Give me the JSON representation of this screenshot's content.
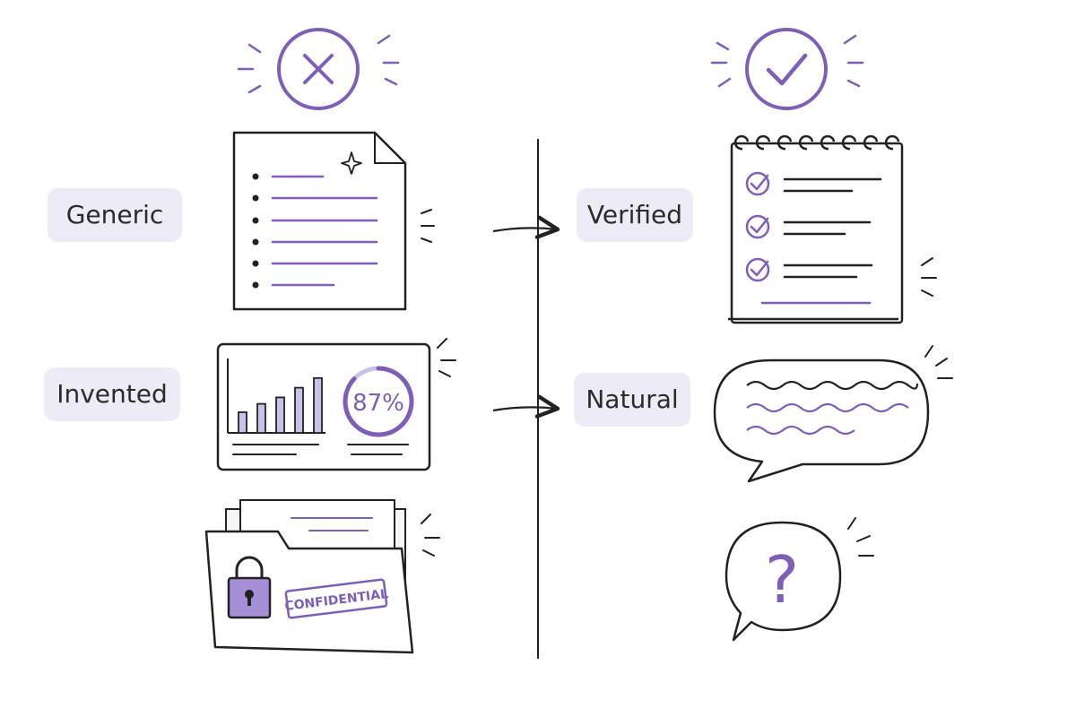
{
  "colors": {
    "accent": "#7d5fb8",
    "ink": "#222222",
    "label_bg": "#ecebf6",
    "bar_fill": "#c9c2e6"
  },
  "left": {
    "header_icon": "x-circle-icon",
    "rows": [
      {
        "label": "Generic",
        "illustration": "document-with-bullets-icon"
      },
      {
        "label": "Invented",
        "illustration": "dashboard-chart-icon",
        "gauge_text": "87%",
        "bars": [
          0.32,
          0.45,
          0.55,
          0.7,
          0.85
        ],
        "gauge_fraction": 0.87
      },
      {
        "illustration": "locked-folder-icon",
        "stamp_text": "CONFIDENTIAL"
      }
    ]
  },
  "right": {
    "header_icon": "check-circle-icon",
    "rows": [
      {
        "label": "Verified",
        "illustration": "checklist-notepad-icon"
      },
      {
        "label": "Natural",
        "illustration": "speech-bubble-icon"
      },
      {
        "illustration": "question-bubble-icon",
        "glyph": "?"
      }
    ]
  }
}
